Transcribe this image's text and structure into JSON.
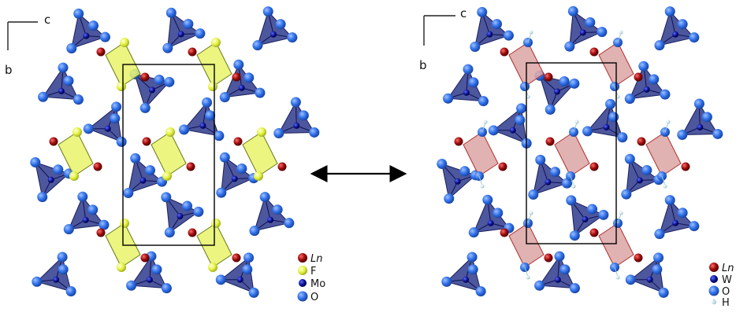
{
  "left_panel": {
    "axis_c": "c",
    "axis_b": "b",
    "legend": [
      {
        "label": "Ln",
        "color": "#8b0000",
        "italic": true
      },
      {
        "label": "F",
        "color": "#e8f53a",
        "italic": false
      },
      {
        "label": "Mo",
        "color": "#00008b",
        "italic": false
      },
      {
        "label": "O",
        "color": "#2f6fe8",
        "italic": false
      }
    ],
    "polyhedron_color": "#8f9b3a"
  },
  "right_panel": {
    "axis_c": "c",
    "axis_b": "b",
    "legend": [
      {
        "label": "Ln",
        "color": "#8b0000",
        "italic": true
      },
      {
        "label": "W",
        "color": "#00008b",
        "italic": false
      },
      {
        "label": "O",
        "color": "#2f6fe8",
        "italic": false
      },
      {
        "label": "H",
        "color": "#cfe6ee",
        "italic": false
      }
    ],
    "polyhedron_color": "#d7a7a7"
  },
  "arrow": {
    "direction": "double-headed"
  },
  "colors": {
    "tetrahedron_fill": "#2e3a8c",
    "tetrahedron_edge": "#1a1f5c",
    "oxygen": "#2f6fe8",
    "cell_border": "#000000"
  }
}
